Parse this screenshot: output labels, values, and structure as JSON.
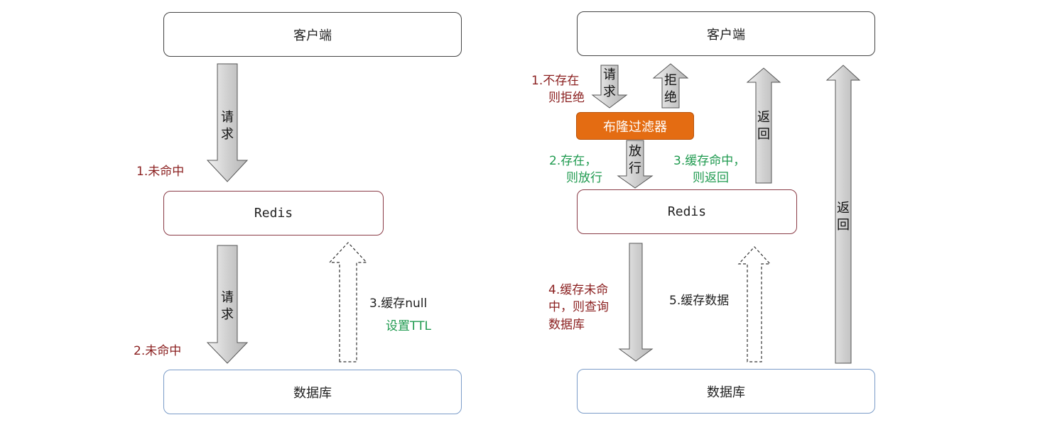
{
  "left": {
    "client": "客户端",
    "redis": "Redis",
    "db": "数据库",
    "arrow1_text": "请求",
    "arrow2_text": "请求",
    "label_miss1": "1.未命中",
    "label_miss2": "2.未命中",
    "label_cache_null": "3.缓存null",
    "label_ttl": "设置TTL"
  },
  "right": {
    "client": "客户端",
    "bloom": "布隆过滤器",
    "redis": "Redis",
    "db": "数据库",
    "arrow_request": "请求",
    "arrow_reject": "拒绝",
    "arrow_pass": "放行",
    "arrow_return1": "返回",
    "arrow_return2": "返回",
    "label_step1_line1": "1.不存在",
    "label_step1_line2": "则拒绝",
    "label_step2_line1": "2.存在，",
    "label_step2_line2": "则放行",
    "label_step3_line1": "3.缓存命中，",
    "label_step3_line2": "则返回",
    "label_step4_line1": "4.缓存未命",
    "label_step4_line2": "中，则查询",
    "label_step4_line3": "数据库",
    "label_step5": "5.缓存数据"
  }
}
